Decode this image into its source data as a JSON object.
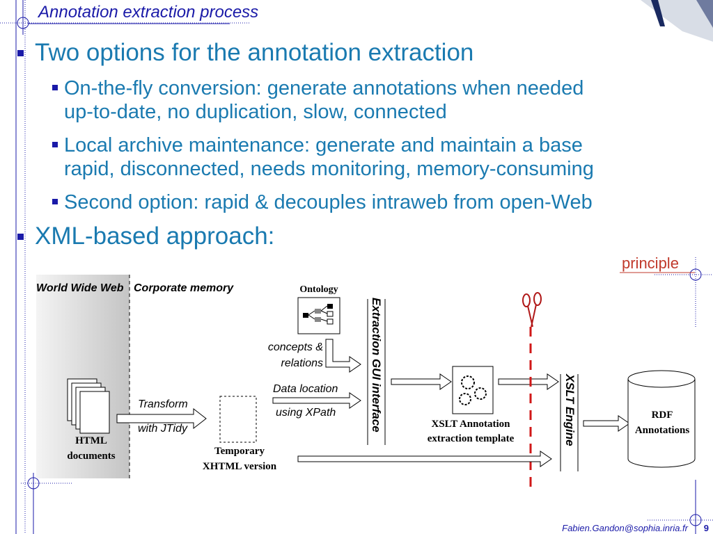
{
  "slide": {
    "title": "Annotation extraction process",
    "bullets": [
      {
        "text": "Two options for the annotation extraction"
      },
      {
        "text": "On-the-fly conversion: generate annotations when needed"
      },
      {
        "text": "up-to-date, no duplication, slow, connected"
      },
      {
        "text": "Local archive maintenance: generate and maintain a base"
      },
      {
        "text": "rapid, disconnected, needs monitoring, memory-consuming"
      },
      {
        "text": "Second option: rapid & decouples intraweb from open-Web"
      },
      {
        "text": "XML-based approach:"
      }
    ],
    "principle": "principle",
    "footer": "Fabien.Gandon@sophia.inria.fr",
    "page_number": "9"
  },
  "diagram": {
    "www": "World Wide Web",
    "corporate": "Corporate memory",
    "ontology": "Ontology",
    "concepts_line1": "concepts &",
    "concepts_line2": "relations",
    "data_location": "Data location",
    "using_xpath": "using XPath",
    "transform": "Transform",
    "with_jtidy": "with JTidy",
    "html_line1": "HTML",
    "html_line2": "documents",
    "temp_line1": "Temporary",
    "temp_line2": "XHTML version",
    "gui": "Extraction GUI interface",
    "xslt_line1": "XSLT Annotation",
    "xslt_line2": "extraction template",
    "xslt_engine": "XSLT Engine",
    "rdf_line1": "RDF",
    "rdf_line2": "Annotations"
  },
  "colors": {
    "title": "#1a1aa8",
    "text": "#1a7ab0",
    "accent_red": "#c0392b",
    "decor": "#1a1aa8"
  }
}
